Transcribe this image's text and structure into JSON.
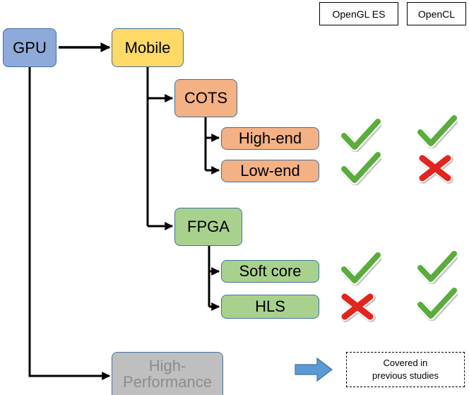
{
  "headers": {
    "opengl_es": "OpenGL ES",
    "opencl": "OpenCL"
  },
  "nodes": {
    "gpu": "GPU",
    "mobile": "Mobile",
    "cots": "COTS",
    "high_end": "High-end",
    "low_end": "Low-end",
    "fpga": "FPGA",
    "soft_core": "Soft core",
    "hls": "HLS",
    "high_performance": "High-\nPerformance"
  },
  "support": {
    "high_end": {
      "opengl_es": "check-icon",
      "opencl": "check-icon"
    },
    "low_end": {
      "opengl_es": "check-icon",
      "opencl": "cross-icon"
    },
    "soft_core": {
      "opengl_es": "check-icon",
      "opencl": "check-icon"
    },
    "hls": {
      "opengl_es": "cross-icon",
      "opencl": "check-icon"
    }
  },
  "legend": {
    "text": "Covered in\nprevious studies"
  },
  "colors": {
    "gpu": "#8eaadb",
    "mobile": "#ffd966",
    "cots": "#f4b183",
    "fpga": "#a9d18e",
    "high_performance": "#bfbfbf",
    "high_performance_text": "#8c8c8c",
    "check": "#5aad3c",
    "cross": "#e0261f",
    "arrow": "#5b9bd5"
  }
}
